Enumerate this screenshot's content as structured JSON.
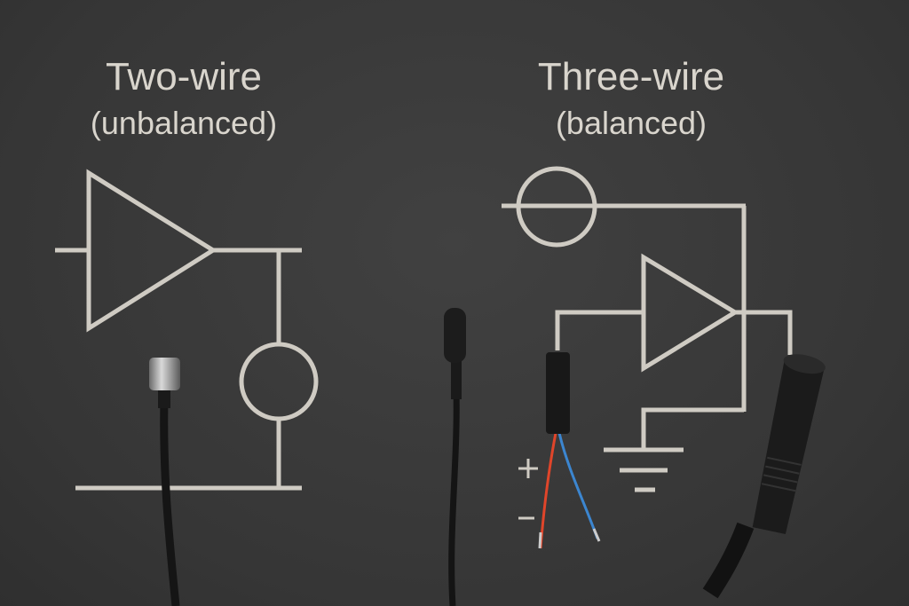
{
  "left": {
    "title": "Two-wire",
    "subtitle": "(unbalanced)"
  },
  "right": {
    "title": "Three-wire",
    "subtitle": "(balanced)"
  },
  "polarity": {
    "plus": "+",
    "minus": "−"
  },
  "colors": {
    "background": "#383838",
    "line": "#cfcbc3",
    "wire_positive": "#e0452a",
    "wire_negative": "#3c86d0"
  }
}
